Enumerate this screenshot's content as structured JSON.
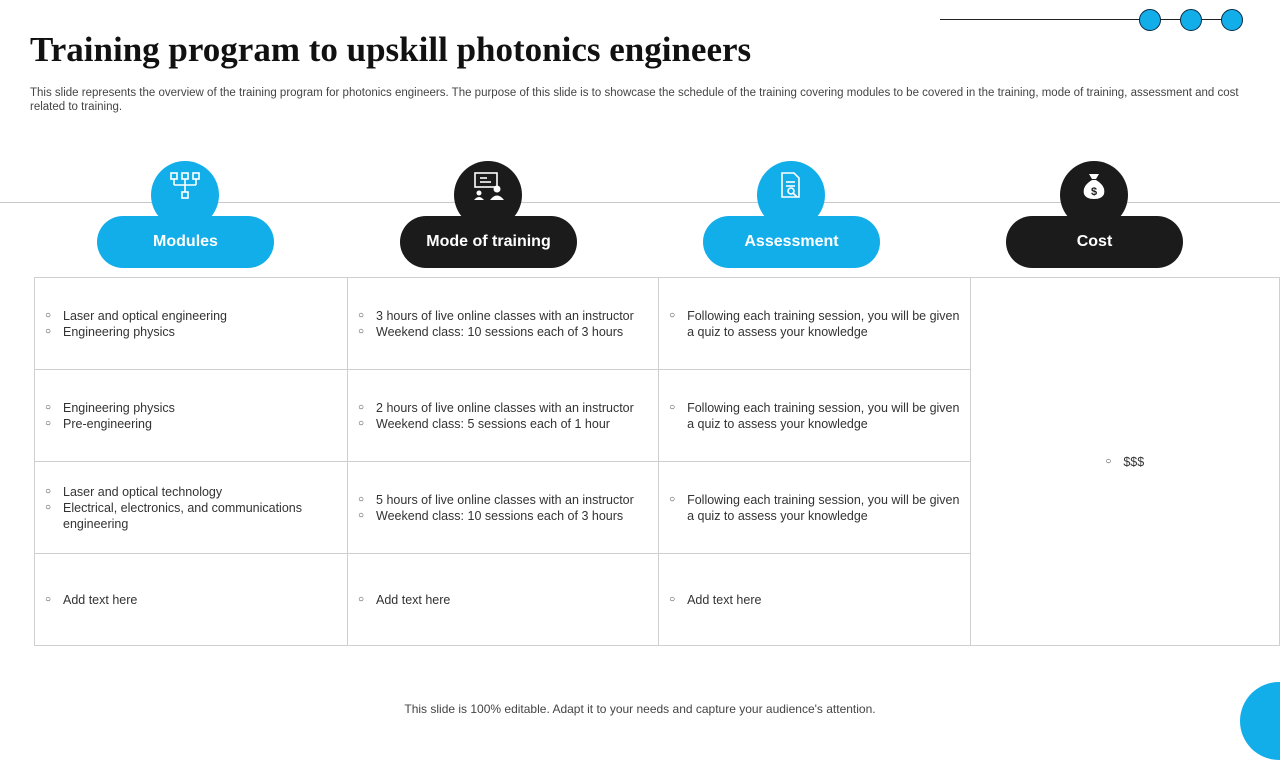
{
  "title": "Training program to upskill photonics engineers",
  "subtitle": "This slide represents the overview of the training program for photonics engineers. The purpose of this slide is to showcase the schedule of the training covering modules to be covered in the training, mode of training, assessment and cost related to training.",
  "columns": [
    {
      "label": "Modules",
      "icon": "network-icon",
      "color": "#12aee9"
    },
    {
      "label": "Mode of training",
      "icon": "presentation-icon",
      "color": "#1b1b1b"
    },
    {
      "label": "Assessment",
      "icon": "document-search-icon",
      "color": "#12aee9"
    },
    {
      "label": "Cost",
      "icon": "money-bag-icon",
      "color": "#1b1b1b"
    }
  ],
  "rows": [
    {
      "modules": [
        "Laser and optical engineering",
        "Engineering physics"
      ],
      "mode": [
        "3 hours of live online classes with an instructor",
        "Weekend class: 10 sessions each of 3 hours"
      ],
      "assessment": [
        "Following each training session, you will be given a quiz to assess your knowledge"
      ]
    },
    {
      "modules": [
        "Engineering physics",
        "Pre-engineering"
      ],
      "mode": [
        "2 hours of live online classes with an instructor",
        "Weekend class: 5 sessions each of 1 hour"
      ],
      "assessment": [
        "Following each training session, you will be given a quiz to assess your knowledge"
      ]
    },
    {
      "modules": [
        "Laser and optical technology",
        "Electrical, electronics, and communications engineering"
      ],
      "mode": [
        "5 hours of live online classes with an instructor",
        "Weekend class: 10 sessions each of 3 hours"
      ],
      "assessment": [
        "Following each training session, you will be given a quiz to assess your knowledge"
      ]
    },
    {
      "modules": [
        "Add text here"
      ],
      "mode": [
        "Add text here"
      ],
      "assessment": [
        "Add text here"
      ]
    }
  ],
  "cost": [
    "$$$"
  ],
  "footer": "This slide is 100% editable. Adapt it to your needs and capture your audience's attention.",
  "colors": {
    "accent": "#12aee9",
    "dark": "#1b1b1b"
  }
}
